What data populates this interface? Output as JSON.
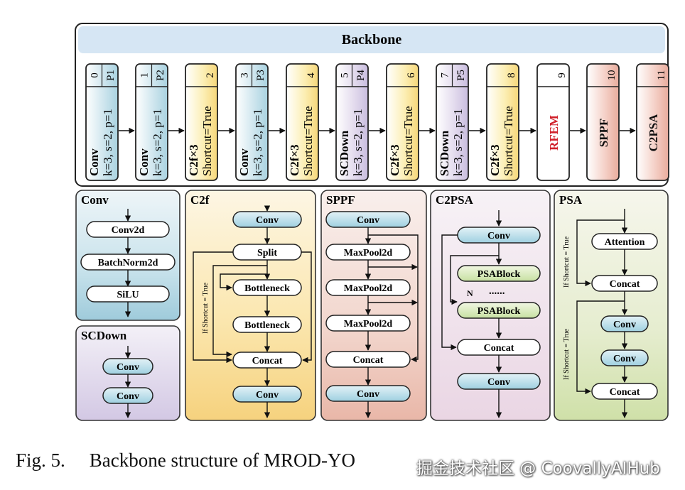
{
  "backbone": {
    "title": "Backbone",
    "stages": [
      {
        "index": "0",
        "level": "P1",
        "name": "Conv",
        "detail": "k=3, s=2, p=1",
        "color": "blue"
      },
      {
        "index": "1",
        "level": "P2",
        "name": "Conv",
        "detail": "k=3, s=2, p=1",
        "color": "blue"
      },
      {
        "index": "2",
        "level": "",
        "name": "C2f×3",
        "detail": "Shortcut=True",
        "color": "yellow"
      },
      {
        "index": "3",
        "level": "P3",
        "name": "Conv",
        "detail": "k=3, s=2, p=1",
        "color": "blue"
      },
      {
        "index": "4",
        "level": "",
        "name": "C2f×3",
        "detail": "Shortcut=True",
        "color": "yellow"
      },
      {
        "index": "5",
        "level": "P4",
        "name": "SCDown",
        "detail": "k=3, s=2, p=1",
        "color": "purple"
      },
      {
        "index": "6",
        "level": "",
        "name": "C2f×3",
        "detail": "Shortcut=True",
        "color": "yellow"
      },
      {
        "index": "7",
        "level": "P5",
        "name": "SCDown",
        "detail": "k=3, s=2, p=1",
        "color": "purple"
      },
      {
        "index": "8",
        "level": "",
        "name": "C2f×3",
        "detail": "Shortcut=True",
        "color": "yellow"
      },
      {
        "index": "9",
        "level": "",
        "name": "RFEM",
        "detail": "",
        "color": "white"
      },
      {
        "index": "10",
        "level": "",
        "name": "SPPF",
        "detail": "",
        "color": "red"
      },
      {
        "index": "11",
        "level": "",
        "name": "C2PSA",
        "detail": "",
        "color": "red"
      }
    ]
  },
  "modules": {
    "conv": {
      "title": "Conv",
      "blocks": [
        "Conv2d",
        "BatchNorm2d",
        "SiLU"
      ]
    },
    "scdown": {
      "title": "SCDown",
      "blocks": [
        "Conv",
        "Conv"
      ]
    },
    "c2f": {
      "title": "C2f",
      "blocks": [
        "Conv",
        "Split",
        "Bottleneck",
        "Bottleneck",
        "Concat",
        "Conv"
      ],
      "shortcut_label": "If Shortcut = True"
    },
    "sppf": {
      "title": "SPPF",
      "blocks": [
        "Conv",
        "MaxPool2d",
        "MaxPool2d",
        "MaxPool2d",
        "Concat",
        "Conv"
      ]
    },
    "c2psa": {
      "title": "C2PSA",
      "blocks": [
        "Conv",
        "PSABlock",
        "PSABlock",
        "Concat",
        "Conv"
      ],
      "repeat_label": "N",
      "dots": "......"
    },
    "psa": {
      "title": "PSA",
      "blocks": [
        "Attention",
        "Concat",
        "Conv",
        "Conv",
        "Concat"
      ],
      "shortcut_label_1": "If Shortcut = True",
      "shortcut_label_2": "If Shortcut = True"
    }
  },
  "colors": {
    "blue_fill": "#b9dbe6",
    "yellow_fill": "#fbe9a6",
    "purple_fill": "#d9d0e6",
    "red_fill": "#f0c2b8",
    "block_blue": "#bfe0ea",
    "rfem_text": "#d0202a",
    "header_blue": "#d6e6f4"
  },
  "caption": {
    "number": "Fig. 5.",
    "text": "Backbone structure of MROD-YO"
  },
  "watermark": "掘金技术社区 @ CoovallyAIHub"
}
